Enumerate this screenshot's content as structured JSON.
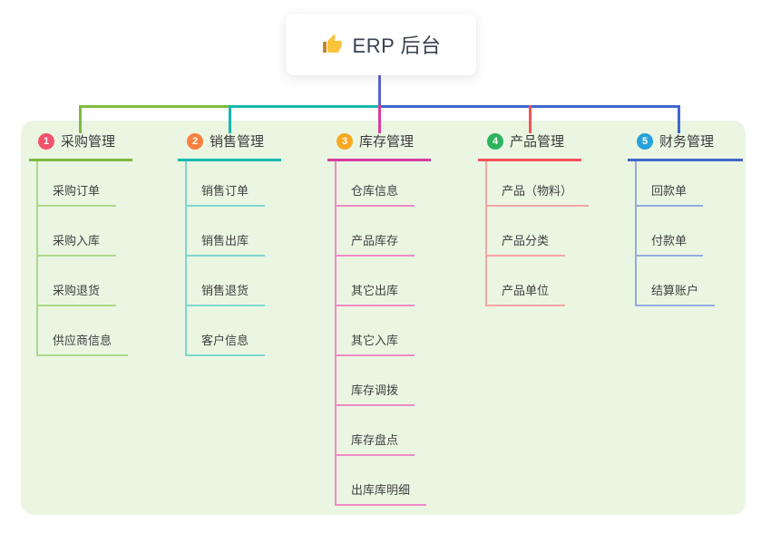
{
  "root": {
    "label": "ERP 后台",
    "icon": "thumbs-up"
  },
  "colors": {
    "panel_bg": "#EAF6E2",
    "root_line": "#5A64C8",
    "root_box_bg": "#FFFFFF",
    "root_text": "#39404F",
    "header_text": "#3B3B3B",
    "child_text": "#404040"
  },
  "branches": [
    {
      "badge": "1",
      "label": "采购管理",
      "color": "#7CBB41",
      "tint": "#AED889",
      "badge_color": "#F2536D",
      "children": [
        "采购订单",
        "采购入库",
        "采购退货",
        "供应商信息"
      ]
    },
    {
      "badge": "2",
      "label": "销售管理",
      "color": "#17B8AE",
      "tint": "#7FD7CF",
      "badge_color": "#F9813F",
      "children": [
        "销售订单",
        "销售出库",
        "销售退货",
        "客户信息"
      ]
    },
    {
      "badge": "3",
      "label": "库存管理",
      "color": "#D93BA0",
      "tint": "#F08AC6",
      "badge_color": "#FAA923",
      "children": [
        "仓库信息",
        "产品库存",
        "其它出库",
        "其它入库",
        "库存调拨",
        "库存盘点",
        "出库库明细"
      ]
    },
    {
      "badge": "4",
      "label": "产品管理",
      "color": "#F85156",
      "tint": "#FBA4A5",
      "badge_color": "#2EB45F",
      "children": [
        "产品（物料）",
        "产品分类",
        "产品单位"
      ]
    },
    {
      "badge": "5",
      "label": "财务管理",
      "color": "#4166CB",
      "tint": "#94ABDF",
      "badge_color": "#29A2DC",
      "children": [
        "回款单",
        "付款单",
        "结算账户"
      ]
    }
  ]
}
